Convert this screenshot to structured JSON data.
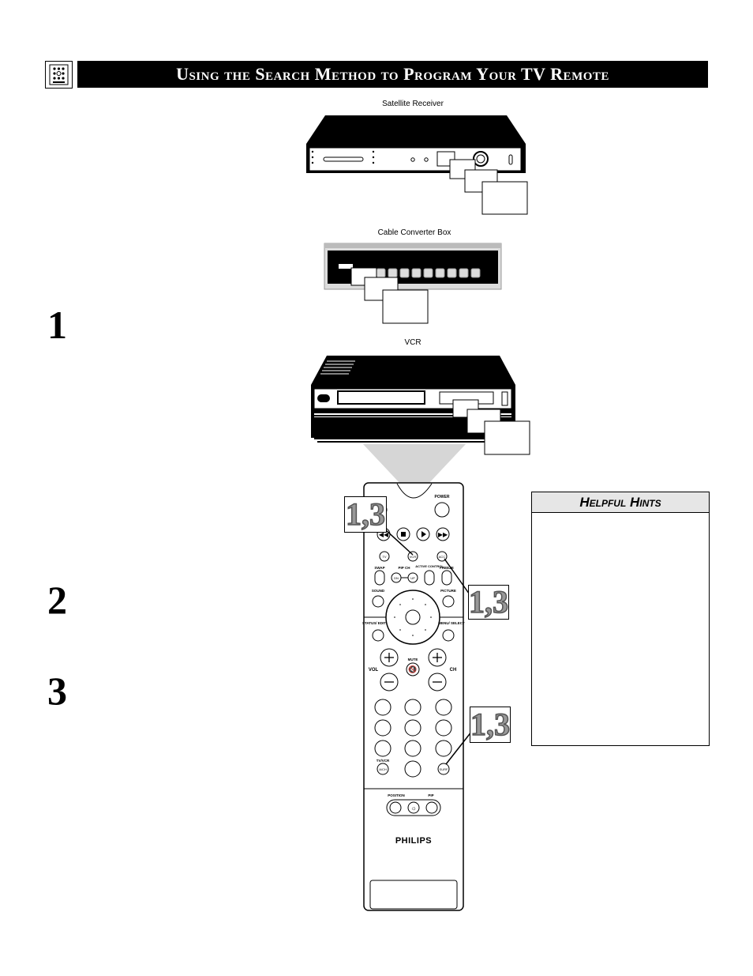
{
  "header": {
    "title": "Using the Search Method to Program Your TV Remote"
  },
  "devices": {
    "satellite_caption": "Satellite Receiver",
    "cable_caption": "Cable Converter Box",
    "vcr_caption": "VCR"
  },
  "steps": [
    "1",
    "2",
    "3"
  ],
  "callouts": {
    "top": "1,3",
    "middle": "1,3",
    "bottom": "1,3"
  },
  "hints": {
    "title": "Helpful Hints"
  },
  "remote": {
    "brand": "PHILIPS",
    "power": "POWER",
    "tv": "TV",
    "vcr": "VCR",
    "acc": "ACC",
    "swap": "SWAP",
    "pip_ch": "PIP CH",
    "active_control": "ACTIVE CONTROL",
    "freeze": "FREEZE",
    "dn": "DN",
    "up": "UP",
    "sound": "SOUND",
    "picture": "PICTURE",
    "status_edit": "STATUS/ EDIT",
    "menu_select": "MENU/ SELECT",
    "mute": "MUTE",
    "vol": "VOL",
    "ch": "CH",
    "tv_vcr": "TV/VCR",
    "ach": "A/CH",
    "surf": "SURF",
    "position": "POSITION",
    "pip": "PIP"
  }
}
